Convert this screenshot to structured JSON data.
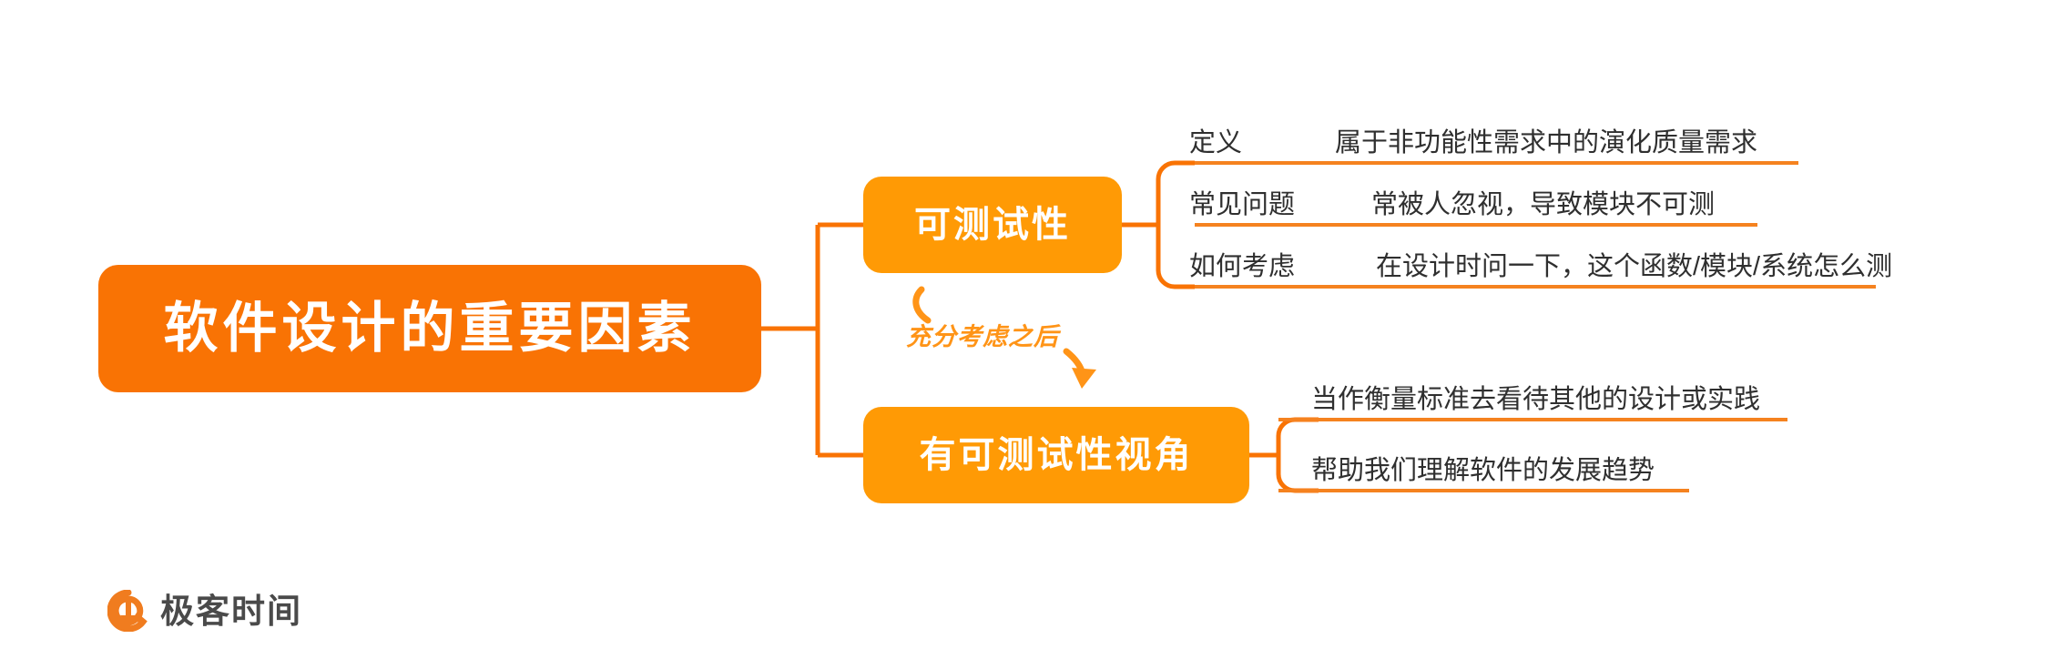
{
  "diagram": {
    "type": "mind-map",
    "root": {
      "label": "软件设计的重要因素"
    },
    "branches": [
      {
        "id": "testability",
        "label": "可测试性",
        "children": [
          {
            "key": "定义",
            "value": "属于非功能性需求中的演化质量需求"
          },
          {
            "key": "常见问题",
            "value": "常被人忽视，导致模块不可测"
          },
          {
            "key": "如何考虑",
            "value": "在设计时问一下，这个函数/模块/系统怎么测"
          }
        ]
      },
      {
        "id": "viewpoint",
        "label": "有可测试性视角",
        "children": [
          {
            "key": "",
            "value": "当作衡量标准去看待其他的设计或实践"
          },
          {
            "key": "",
            "value": "帮助我们理解软件的发展趋势"
          }
        ]
      }
    ],
    "annotation": {
      "text": "充分考虑之后",
      "icon": "curved-arrow-icon"
    }
  },
  "logo": {
    "text": "极客时间",
    "mark": "geektime-circle-arrow-icon"
  },
  "colors": {
    "root_fill": "#F97304",
    "branch_fill": "#FF9A05",
    "connector": "#F97304",
    "leaf_underline": "#F5821F",
    "annotation": "#FF9417",
    "text_dark": "#2f2f2f",
    "logo_text": "#4a4a4a",
    "background": "#ffffff"
  }
}
